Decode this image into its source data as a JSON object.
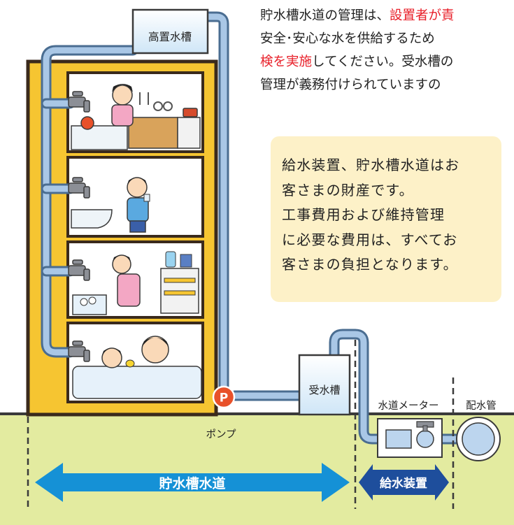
{
  "intro": {
    "line1_prefix": "貯水槽水道の管理は、",
    "line1_red": "設置者が責",
    "line2": "安全･安心な水を供給するため",
    "line3_red": "検を実施",
    "line3_rest": "してください。受水槽の",
    "line4": "管理が義務付けられていますの"
  },
  "note": {
    "lines": [
      "給水装置、貯水槽水道はお",
      "客さまの財産です。",
      "工事費用および維持管理",
      "に必要な費用は、すべてお",
      "客さまの負担となります。"
    ]
  },
  "labels": {
    "high_tank": "高置水槽",
    "receiving_tank": "受水槽",
    "pump_mark": "P",
    "pump": "ポンプ",
    "meter": "水道メーター",
    "main_pipe": "配水管",
    "storage_water": "貯水槽水道",
    "supply_device": "給水装置"
  },
  "colors": {
    "building": "#f6c531",
    "building_edge": "#3a2a1c",
    "pipe": "#7ea6d3",
    "ground": "#e3eba0",
    "storage_arrow": "#1591d6",
    "supply_arrow": "#1e4e9c",
    "pump": "#e8512a",
    "red_text": "#e8202a"
  }
}
